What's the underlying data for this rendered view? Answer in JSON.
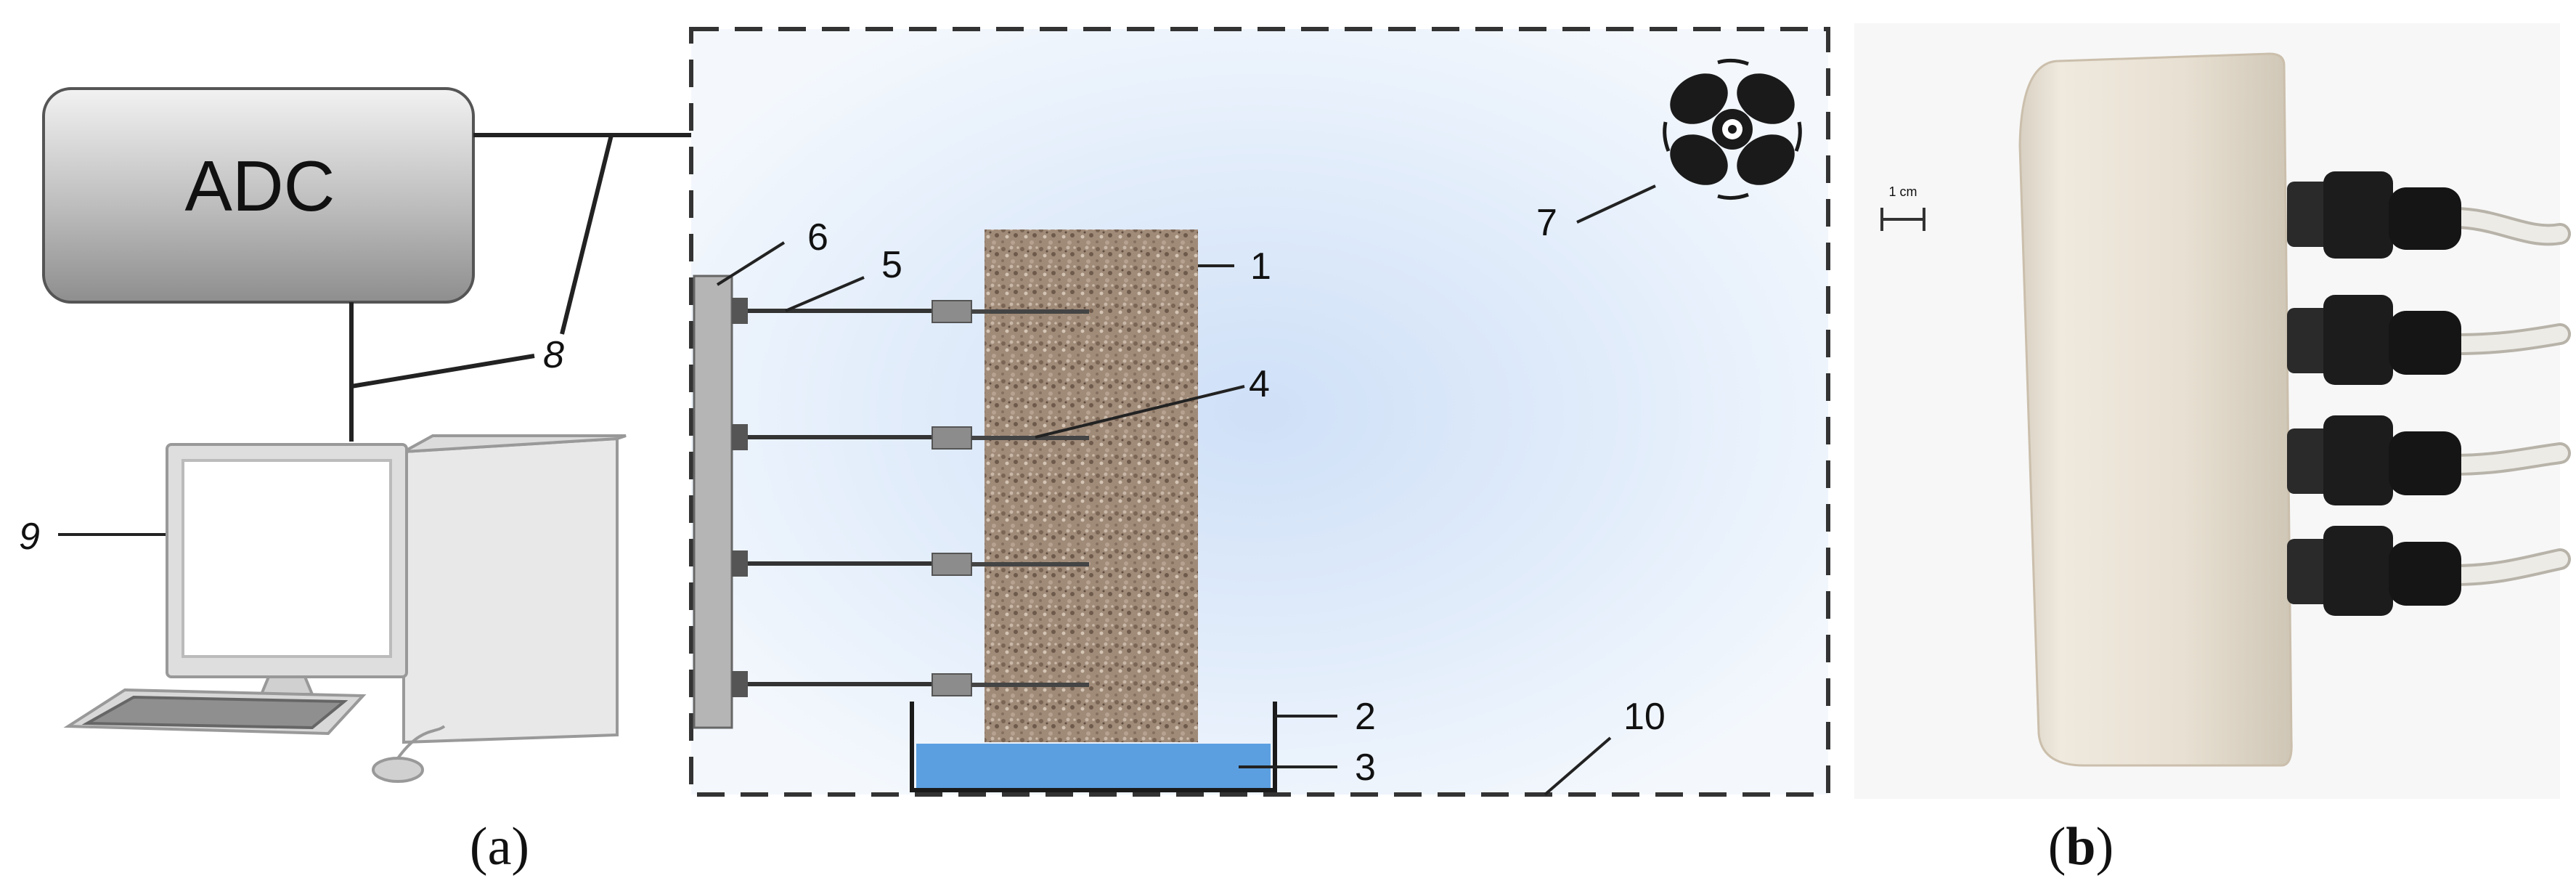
{
  "panel_a": {
    "adc_label": "ADC",
    "callouts": {
      "n1": "1",
      "n2": "2",
      "n3": "3",
      "n4": "4",
      "n5": "5",
      "n6": "6",
      "n7": "7",
      "n8": "8",
      "n9": "9",
      "n10": "10"
    },
    "caption_open": "(",
    "caption_letter": "a",
    "caption_close": ")"
  },
  "panel_b": {
    "scale_label": "1 cm",
    "caption_open": "(",
    "caption_letter": "b",
    "caption_close": ")"
  },
  "colors": {
    "water": "#5b9fe0",
    "chamber_tint": "#d6e6f8",
    "specimen": "#a89482",
    "adc_fill": "#b9b9b9"
  },
  "icons": [
    "fan-icon",
    "computer-icon"
  ]
}
